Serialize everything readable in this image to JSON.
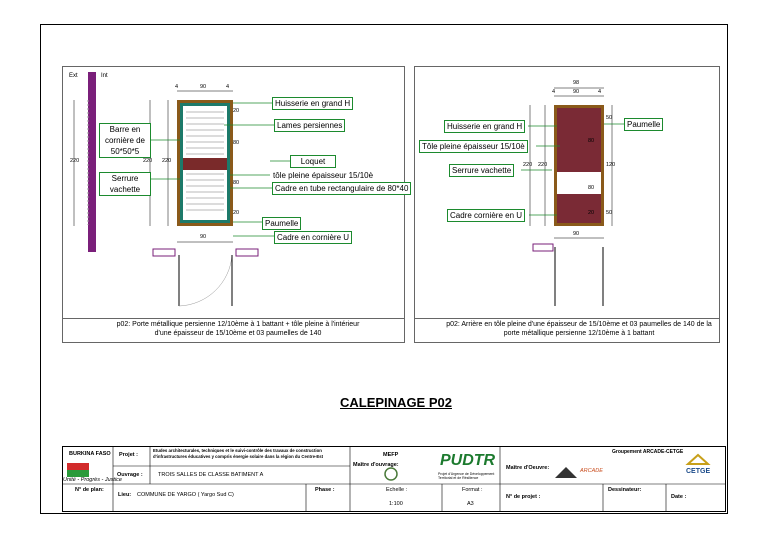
{
  "left_view": {
    "ext_label": "Ext",
    "int_label": "Int",
    "dims": {
      "top_left": "4",
      "top_mid": "90",
      "top_right": "4",
      "height_outer": "220",
      "height_mid": "220",
      "height_inner": "220",
      "side_1": "20",
      "side_2": "80",
      "side_3": "80",
      "side_4": "20",
      "bottom": "90"
    },
    "labels": {
      "huisserie": "Huisserie en grand H",
      "lames": "Lames persiennes",
      "barre": "Barre en cornière de 50*50*5",
      "loquet": "Loquet",
      "tole": "tôle pleine épaisseur 15/10è",
      "cadre_tube": "Cadre en tube rectangulaire de 80*40",
      "serrure": "Serrure vachette",
      "paumelle": "Paumelle",
      "cadre_corniere": "Cadre en cornière U"
    },
    "caption": "p02: Porte métallique persienne 12/10ème à 1 battant + tôle pleine à l'intérieur d'une épaisseur de 15/10ème et 03 paumelles de 140"
  },
  "right_view": {
    "dims": {
      "top_total": "98",
      "top_left": "4",
      "top_mid": "90",
      "top_right": "4",
      "h1": "220",
      "h2": "220",
      "s1": "50",
      "s2": "80",
      "s3": "120",
      "s4": "80",
      "s5": "50",
      "s6": "20",
      "bottom": "90"
    },
    "labels": {
      "huisserie": "Huisserie en grand H",
      "paumelle": "Paumelle",
      "tole": "Tôle pleine épaisseur 15/10è",
      "serrure": "Serrure vachette",
      "cadre_corniere": "Cadre cornière en U"
    },
    "caption": "p02: Arrière en tôle pleine d'une épaisseur de 15/10ème et 03 paumelles de 140  de la porte métallique persienne 12/10ème à 1 battant"
  },
  "main_title": "CALEPINAGE P02",
  "title_block": {
    "country": "BURKINA FASO",
    "motto": "Unité - Progrès - Justice",
    "projet_label": "Projet :",
    "projet_text": "Etudes architecturales, techniques et le suivi-contrôle des travaux de construction d'infrastructures éducatives y compris énergie solaire dans la région du Centre-Est",
    "ouvrage_label": "Ouvrage :",
    "ouvrage_text": "TROIS SALLES DE CLASSE BATIMENT A",
    "maitre_ouvrage_label": "Maître d'ouvrage:",
    "mefp": "MEFP",
    "pudtr": "PUDTR",
    "pudtr_sub": "Projet d'Urgence de Développement Territorial et de Résilience",
    "maitre_oeuvre_label": "Maître d'Oeuvre:",
    "groupement": "Groupement ARCADE-CETGE",
    "arcade": "ARCADE",
    "cetge": "CETGE",
    "plan_label": "N° de plan:",
    "lieu_label": "Lieu:",
    "lieu_text": "COMMUNE DE YARGO ( Yargo Sud C)",
    "phase_label": "Phase :",
    "echelle_label": "Echelle :",
    "echelle_value": "1:100",
    "format_label": "Format :",
    "format_value": "A3",
    "projet_num_label": "N° de projet :",
    "dessinateur_label": "Dessinateur:",
    "date_label": "Date :"
  }
}
